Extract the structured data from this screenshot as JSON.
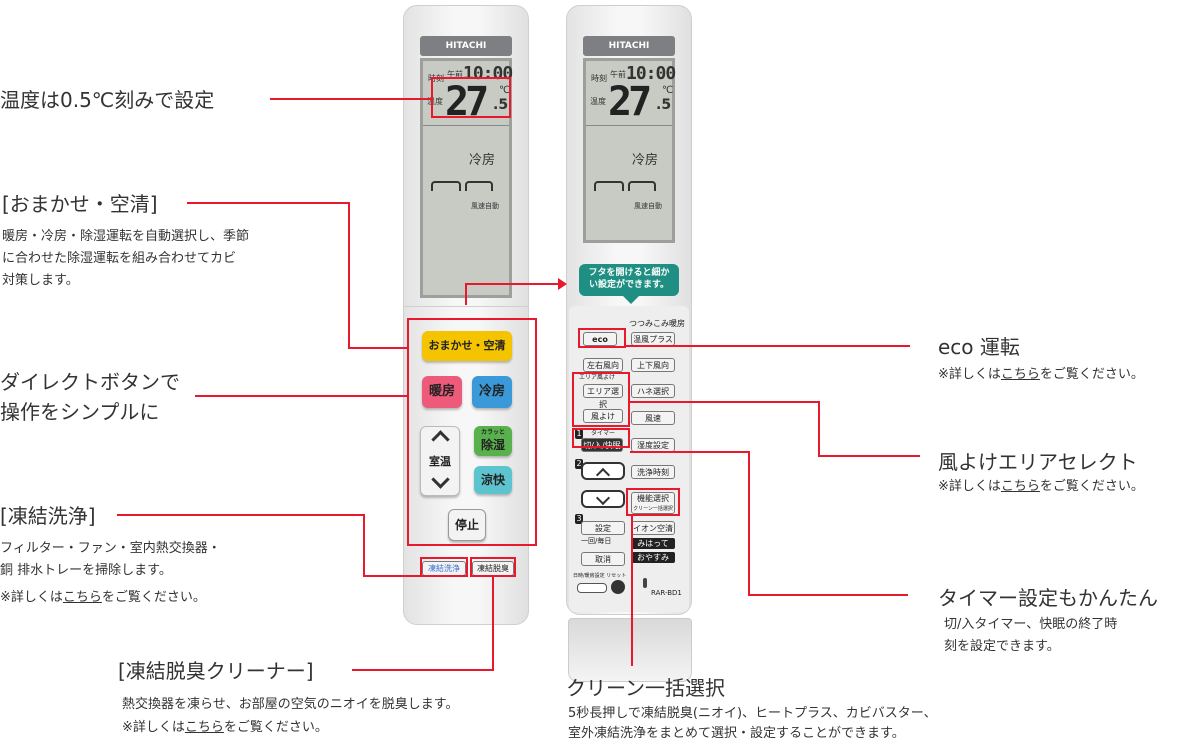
{
  "left_labels": {
    "temp_step": "温度は0.5℃刻みで設定",
    "omakase_title": "[おまかせ・空清]",
    "omakase_desc": [
      "暖房・冷房・除湿運転を自動選択し、季節",
      "に合わせた除湿運転を組み合わせてカビ",
      "対策します。"
    ],
    "direct_title": [
      "ダイレクトボタンで",
      "操作をシンプルに"
    ],
    "touketsu_title": "[凍結洗浄]",
    "touketsu_desc": [
      "フィルター・ファン・室内熱交換器・",
      "銅 排水トレーを掃除します。"
    ],
    "touketsu_note_pre": "※詳しくは",
    "touketsu_note_link": "こちら",
    "touketsu_note_post": "をご覧ください。",
    "dasshu_title": "[凍結脱臭クリーナー]",
    "dasshu_desc": "熱交換器を凍らせ、お部屋の空気のニオイを脱臭します。",
    "dasshu_note_pre": "※詳しくは",
    "dasshu_note_link": "こちら",
    "dasshu_note_post": "をご覧ください。"
  },
  "right_labels": {
    "eco_title": "eco 運転",
    "eco_note_pre": "※詳しくは",
    "eco_note_link": "こちら",
    "eco_note_post": "をご覧ください。",
    "kazeyoke_title": "風よけエリアセレクト",
    "kazeyoke_note_pre": "※詳しくは",
    "kazeyoke_note_link": "こちら",
    "kazeyoke_note_post": "をご覧ください。",
    "timer_title": "タイマー設定もかんたん",
    "timer_desc": [
      "切/入タイマー、快眠の終了時",
      "刻を設定できます。"
    ],
    "clean_title": "クリーン一括選択",
    "clean_desc": [
      "5秒長押しで凍結脱臭(ニオイ)、ヒートプラス、カビバスター、",
      "室外凍結洗浄をまとめて選択・設定することができます。"
    ]
  },
  "remote": {
    "brand": "HITACHI",
    "lcd_time_label": "時刻",
    "lcd_ampm": "午前",
    "lcd_time": "10:00",
    "lcd_temp_label": "温度",
    "lcd_temp": "27",
    "lcd_temp_decimal": ".5",
    "lcd_temp_unit": "℃",
    "lcd_mode": "冷房",
    "lcd_fan": "風速自動",
    "btn_omakase": "おまかせ・空清",
    "btn_danbou": "暖房",
    "btn_reibou": "冷房",
    "btn_shitsuon": "室温",
    "btn_joshitsu_small": "カラッと",
    "btn_joshitsu": "除湿",
    "btn_ryoukai": "涼快",
    "btn_teishi": "停止",
    "btn_touketsu_senjou": "凍結洗浄",
    "btn_touketsu_dasshu": "凍結脱臭",
    "bubble": [
      "フタを開けると細か",
      "い設定ができます。"
    ],
    "tsumikomi": "つつみこみ暖房",
    "btn_eco": "eco",
    "btn_onpu": "温風プラス",
    "btn_sayu": "左右風向",
    "btn_jouge": "上下風向",
    "area_label": "エリア風よけ",
    "btn_area": "エリア選択",
    "btn_hane": "ハネ選択",
    "btn_kazeyoke": "風よけ",
    "btn_fusoku": "風速",
    "timer_label": "タイマー",
    "btn_kiri": "切/入/快眠",
    "btn_shitsudo": "湿度設定",
    "btn_senjou_jikoku": "洗浄時刻",
    "btn_kinou": "機能選択",
    "btn_kinou_sub": "クリーン一括選択",
    "btn_settei": "設定",
    "btn_ion": "イオン空清",
    "ichikai": "一回/毎日",
    "btn_mihatte": "みはって",
    "btn_torikeshi": "取消",
    "btn_oyasumi": "おやすみ",
    "reset_label": "日時/暖房設定 リセット",
    "model": "RAR-BD1",
    "step1": "1",
    "step2": "2",
    "step3": "3"
  },
  "colors": {
    "accent_red": "#e8192c",
    "omakase_yellow": "#f5c400",
    "danbou_pink": "#ee5a7a",
    "reibou_blue": "#3a9ad9",
    "joshitsu_green": "#59b14d",
    "ryoukai_cyan": "#5cc3cf",
    "bubble_teal": "#1f8f83"
  }
}
